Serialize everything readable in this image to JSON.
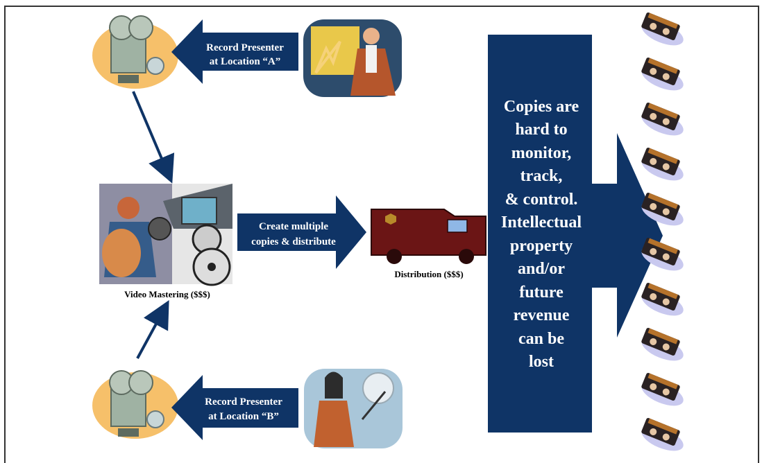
{
  "colors": {
    "arrow": "#0f3466",
    "line": "#0f3466"
  },
  "arrow_top": {
    "line1": "Record Presenter",
    "line2": "at Location “A”"
  },
  "arrow_bottom": {
    "line1": "Record Presenter",
    "line2": "at Location “B”"
  },
  "arrow_mid": {
    "line1": "Create multiple",
    "line2": "copies & distribute"
  },
  "mastering_label": "Video Mastering ($$$)",
  "distribution_label": "Distribution ($$$)",
  "big_arrow_lines": [
    "Copies are",
    "hard to",
    "monitor,",
    "track,",
    "& control.",
    "Intellectual",
    "property",
    "and/or",
    "future",
    "revenue",
    "can be",
    "lost"
  ],
  "tape_count": 10
}
